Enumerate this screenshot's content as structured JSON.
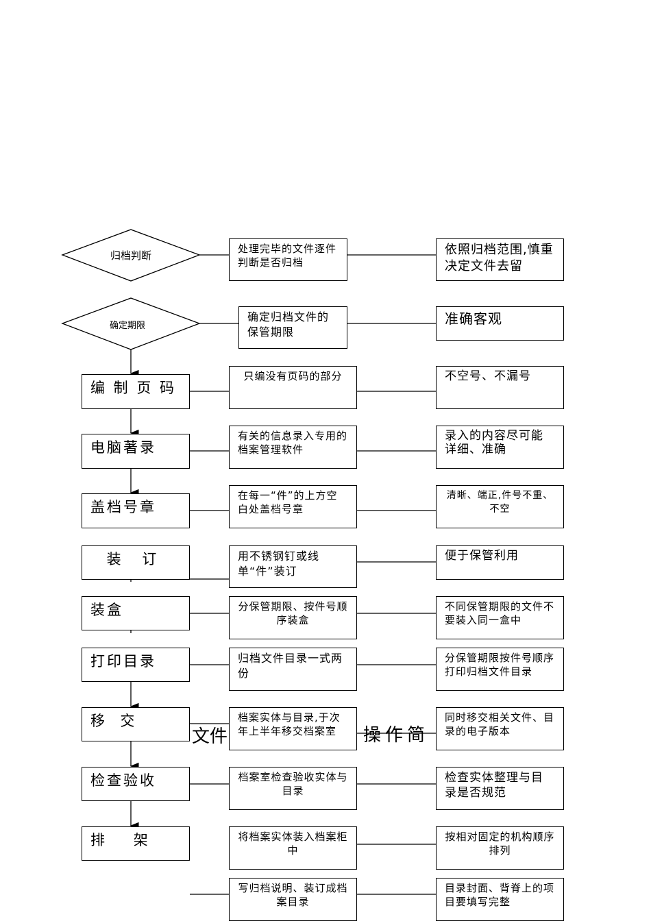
{
  "title_fragments": [
    "文件",
    "操作简"
  ],
  "rows": [
    {
      "step": "归档判断",
      "action": "处理完毕的文件逐件判断是否归档",
      "requirement": "依照归档范围,慎重决定文件去留"
    },
    {
      "step": "确定期限",
      "action": "确定归档文件的保管期限",
      "requirement": "准确客观"
    },
    {
      "step": "编 制 页 码",
      "action": "只编没有页码的部分",
      "requirement": "不空号、不漏号"
    },
    {
      "step": "电脑著录",
      "action": "有关的信息录入专用的档案管理软件",
      "requirement": "录入的内容尽可能详细、准确"
    },
    {
      "step": "盖档号章",
      "action": "在每一“件”的上方空白处盖档号章",
      "requirement": "清晰、端正,件号不重、不空"
    },
    {
      "step": "装 订",
      "action": "用不锈钢钉或线单“件”装订",
      "requirement": "便于保管利用"
    },
    {
      "step": "装盒",
      "action": "分保管期限、按件号顺序装盒",
      "requirement": "不同保管期限的文件不要装入同一盒中"
    },
    {
      "step": "打印目录",
      "action": "归档文件目录一式两份",
      "requirement": "分保管期限按件号顺序打印归档文件目录"
    },
    {
      "step": "移  交",
      "action": "档案实体与目录,于次年上半年移交档案室",
      "requirement": "同时移交相关文件、目录的电子版本"
    },
    {
      "step": "检查验收",
      "action": "档案室检查验收实体与目录",
      "requirement": "检查实体整理与目录是否规范"
    },
    {
      "step": "排    架",
      "action": "将档案实体装入档案柜中",
      "requirement": "按相对固定的机构顺序排列"
    },
    {
      "step": "",
      "action": "写归档说明、装订成档案目录",
      "requirement": "目录封面、背脊上的项目要填写完整"
    }
  ]
}
